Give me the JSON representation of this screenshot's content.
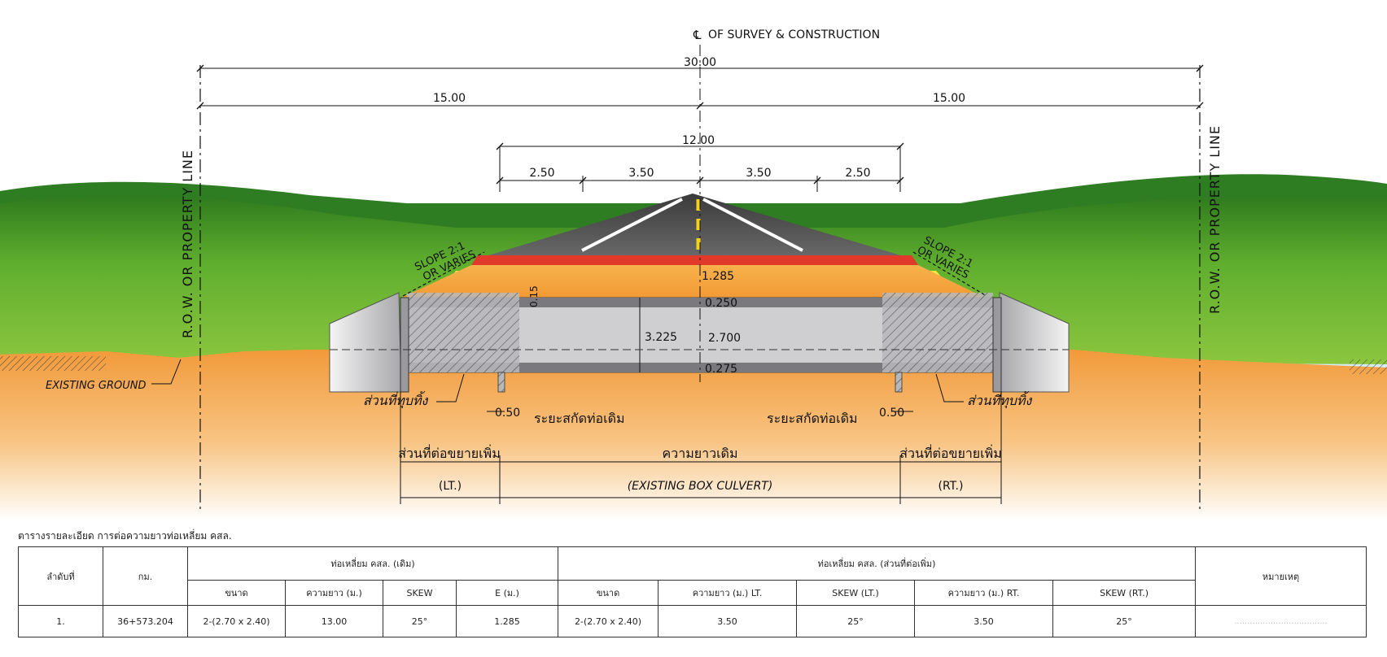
{
  "drawing": {
    "centerline_label": "OF SURVEY & CONSTRUCTION",
    "row_label": "R.O.W. OR PROPERTY LINE",
    "dims": {
      "total": "30.00",
      "half_left": "15.00",
      "half_right": "15.00",
      "roadway": "12.00",
      "shoulder_left": "2.50",
      "lane_left": "3.50",
      "lane_right": "3.50",
      "shoulder_right": "2.50",
      "fill_depth": "1.285",
      "top_slab": "0.250",
      "culvert_total": "3.225",
      "culvert_inner": "2.700",
      "bottom_slab": "0.275",
      "small_vertical": "0.15",
      "offset_left": "0.50",
      "offset_right": "0.50"
    },
    "slope_line1": "SLOPE 2:1",
    "slope_line2": "OR VARIES",
    "existing_ground": "EXISTING GROUND",
    "demolish_left": "ส่วนที่ทุบทิ้ง",
    "demolish_right": "ส่วนที่ทุบทิ้ง",
    "cut_left": "ระยะสกัดท่อเดิม",
    "cut_right": "ระยะสกัดท่อเดิม",
    "ext_left": "ส่วนที่ต่อขยายเพิ่ม",
    "ext_right": "ส่วนที่ต่อขยายเพิ่ม",
    "existing_length": "ความยาวเดิม",
    "lt": "(LT.)",
    "rt": "(RT.)",
    "existing_box": "(EXISTING BOX CULVERT)"
  },
  "colors": {
    "sky": "#cfe9f5",
    "grass": "#4f9e2a",
    "soil": "#f2a64a",
    "asphalt": "#555555",
    "red_layer": "#e23a2a",
    "yellow_layer": "#f7e24a",
    "culvert": "#cfcfd2"
  },
  "table": {
    "title": "ตารางรายละเอียด การต่อความยาวท่อเหลี่ยม คสล.",
    "headers": {
      "no": "ลำดับที่",
      "km": "กม.",
      "existing_group": "ท่อเหลี่ยม คสล. (เดิม)",
      "new_group": "ท่อเหลี่ยม คสล. (ส่วนที่ต่อเพิ่ม)",
      "remark": "หมายเหตุ",
      "sub": [
        "ขนาด",
        "ความยาว (ม.)",
        "SKEW",
        "E (ม.)",
        "ขนาด",
        "ความยาว (ม.) LT.",
        "SKEW (LT.)",
        "ความยาว (ม.) RT.",
        "SKEW (RT.)"
      ]
    },
    "rows": [
      {
        "no": "1.",
        "km": "36+573.204",
        "size_existing": "2-(2.70 x 2.40)",
        "length_existing": "13.00",
        "skew_existing": "25°",
        "e": "1.285",
        "size_new": "2-(2.70 x 2.40)",
        "length_lt": "3.50",
        "skew_lt": "25°",
        "length_rt": "3.50",
        "skew_rt": "25°",
        "remark": "...................................."
      }
    ]
  }
}
